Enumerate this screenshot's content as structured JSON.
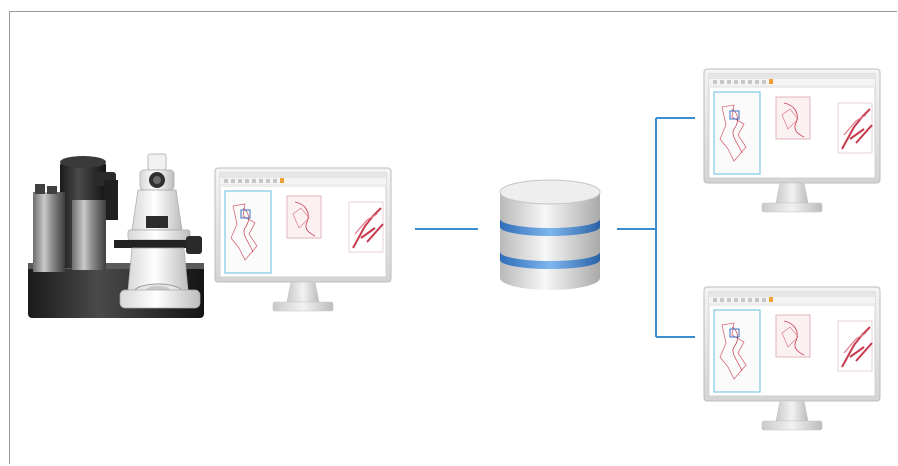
{
  "diagram": {
    "description_nodes": [
      {
        "id": "microscope",
        "icon": "microscope-with-camera-icon"
      },
      {
        "id": "acquisition-monitor",
        "icon": "monitor-icon"
      },
      {
        "id": "database",
        "icon": "database-icon"
      },
      {
        "id": "client-monitor-1",
        "icon": "monitor-icon"
      },
      {
        "id": "client-monitor-2",
        "icon": "monitor-icon"
      }
    ],
    "edges": [
      {
        "from": "acquisition-monitor",
        "to": "database"
      },
      {
        "from": "database",
        "to": "client-monitor-1"
      },
      {
        "from": "database",
        "to": "client-monitor-2"
      }
    ],
    "colors": {
      "connector": "#3b8fd1",
      "frame_border": "#9a9a9a",
      "selection_box": "#7fc9e8",
      "drawing_red": "#c83a4e",
      "toolbar_accent": "#f0a030",
      "database_band": "#4a8fd6"
    }
  }
}
